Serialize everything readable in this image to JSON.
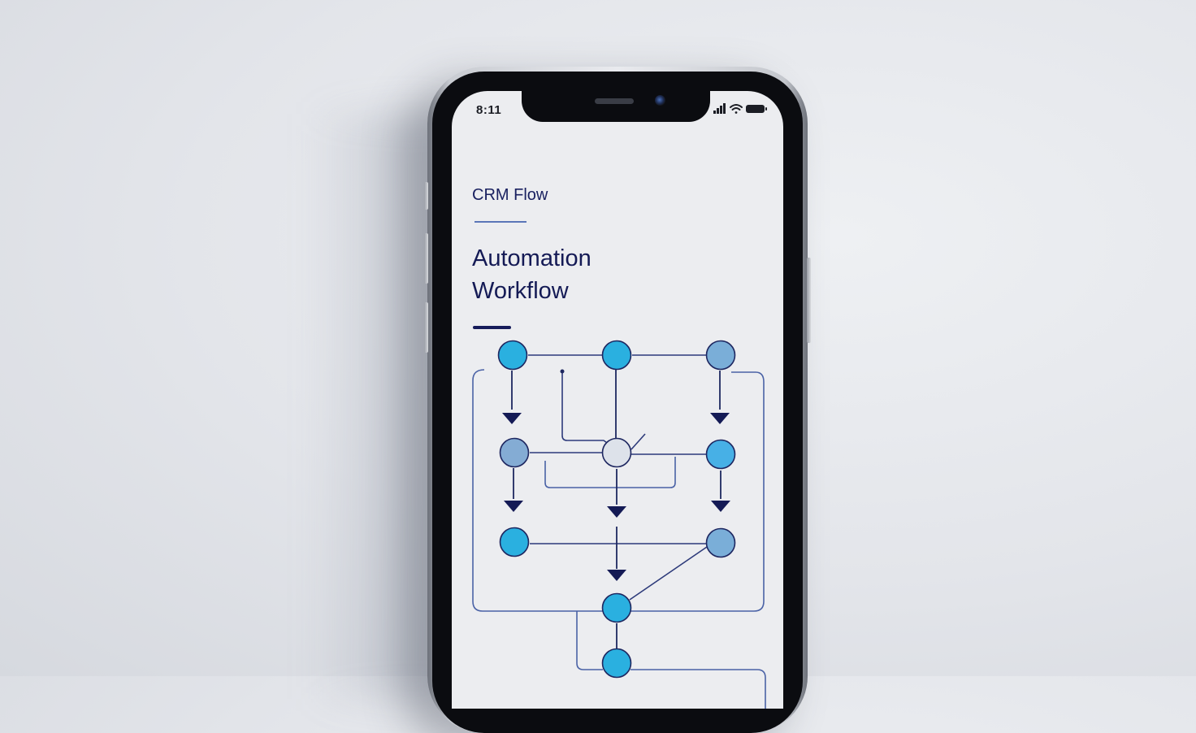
{
  "status_bar": {
    "time": "8:11",
    "icons": [
      "signal-icon",
      "wifi-icon",
      "battery-icon"
    ]
  },
  "screen": {
    "app_label": "CRM Flow",
    "headline_line1": "Automation",
    "headline_line2": "Workflow"
  },
  "colors": {
    "accent_navy": "#141a55",
    "node_bright": "#2ab0e0",
    "node_soft": "#7aaed8",
    "node_neutral": "#dde2ea",
    "connector": "#2d3a7a"
  }
}
